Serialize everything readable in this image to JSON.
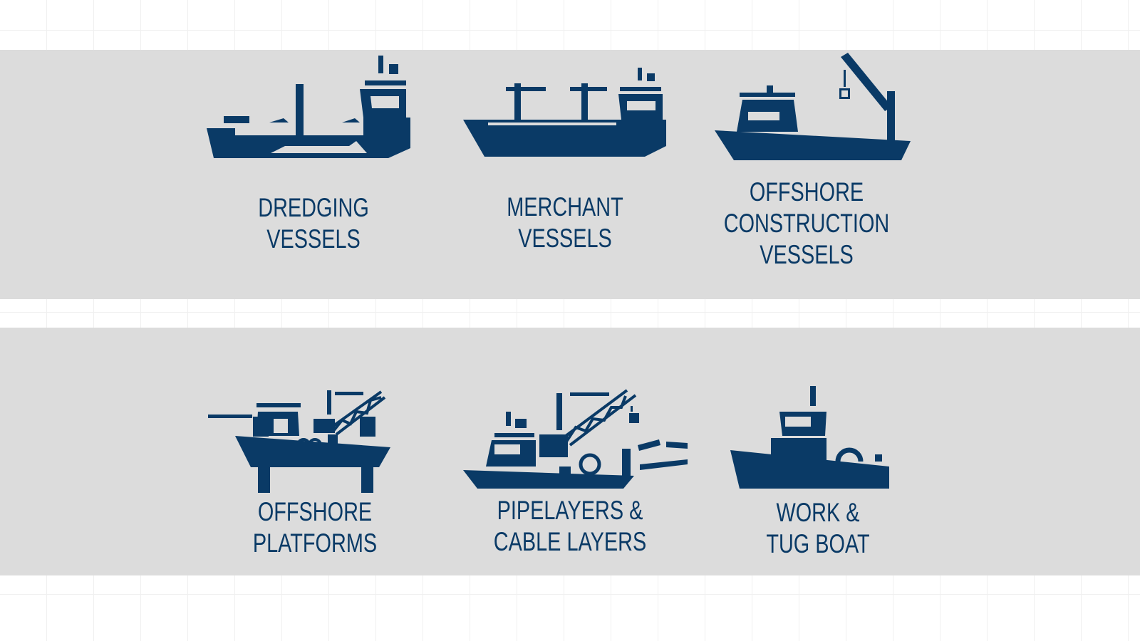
{
  "colors": {
    "icon": "#0a3a66",
    "band": "#dcdcdc"
  },
  "vessels": [
    {
      "icon": "dredging-vessel-icon",
      "lines": [
        "DREDGING",
        "VESSELS"
      ]
    },
    {
      "icon": "merchant-vessel-icon",
      "lines": [
        "MERCHANT",
        "VESSELS"
      ]
    },
    {
      "icon": "offshore-construction-vessel-icon",
      "lines": [
        "OFFSHORE",
        "CONSTRUCTION",
        "VESSELS"
      ]
    },
    {
      "icon": "offshore-platform-icon",
      "lines": [
        "OFFSHORE",
        "PLATFORMS"
      ]
    },
    {
      "icon": "pipelayer-icon",
      "lines": [
        "PIPELAYERS &",
        "CABLE LAYERS"
      ]
    },
    {
      "icon": "tug-boat-icon",
      "lines": [
        "WORK &",
        "TUG BOAT"
      ]
    }
  ]
}
